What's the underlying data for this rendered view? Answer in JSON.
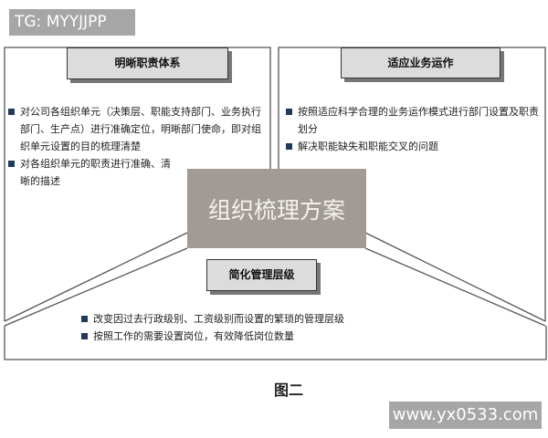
{
  "watermark_top": "TG: MYYJJPP",
  "watermark_bottom": "www.yx0533.com",
  "center": "组织梳理方案",
  "left": {
    "title": "明晰职责体系",
    "bullets": [
      "对公司各组织单元（决策层、职能支持部门、业务执行部门、生产点）进行准确定位，明晰部门使命，即对组织单元设置的目的梳理清楚",
      "对各组织单元的职责进行准确、清晰的描述"
    ]
  },
  "right": {
    "title": "适应业务运作",
    "bullets": [
      "按照适应科学合理的业务运作模式进行部门设置及职责划分",
      "解决职能缺失和职能交叉的问题"
    ]
  },
  "bottom": {
    "title": "简化管理层级",
    "bullets": [
      "改变因过去行政级别、工资级别而设置的繁琐的管理层级",
      "按照工作的需要设置岗位，有效降低岗位数量"
    ]
  },
  "caption": "图二"
}
